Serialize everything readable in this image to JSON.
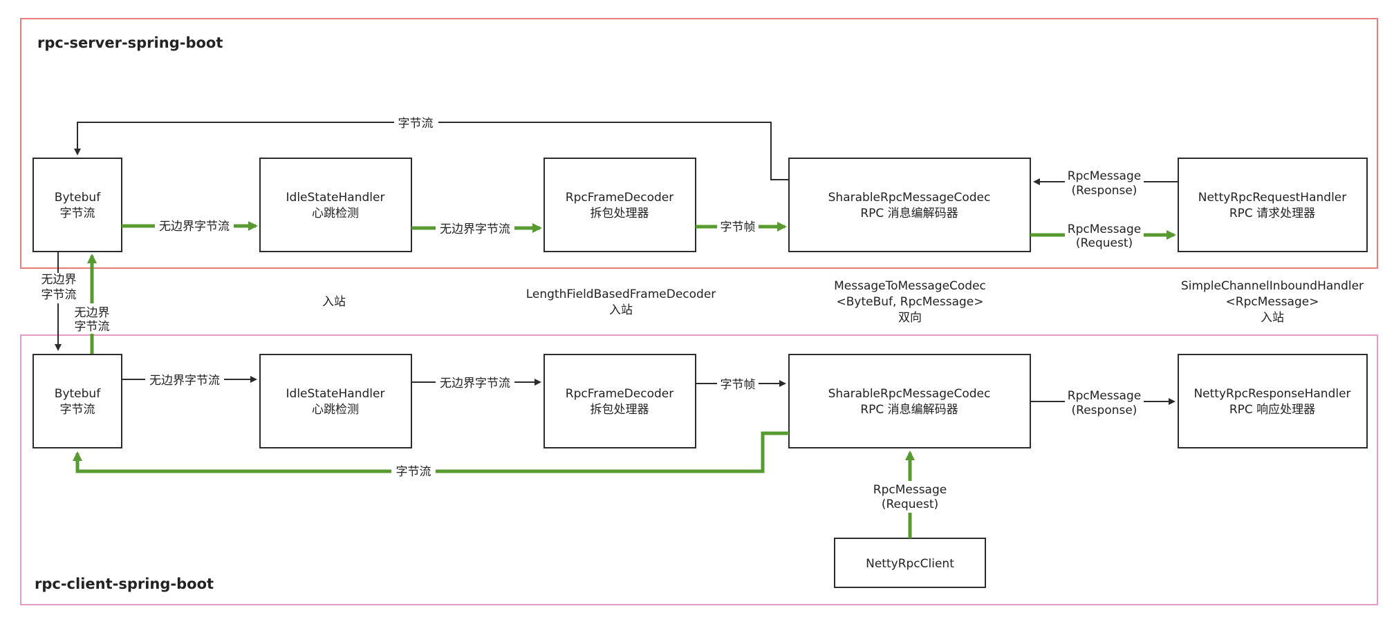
{
  "colors": {
    "server_border": "#e97a7a",
    "client_border": "#e99ac8",
    "green_flow": "#579a2f",
    "dark_flow": "#2b2b2b"
  },
  "server": {
    "title": "rpc-server-spring-boot",
    "bytebuf": {
      "l1": "Bytebuf",
      "l2": "字节流"
    },
    "idle": {
      "l1": "IdleStateHandler",
      "l2": "心跳检测"
    },
    "frame": {
      "l1": "RpcFrameDecoder",
      "l2": "拆包处理器"
    },
    "codec": {
      "l1": "SharableRpcMessageCodec",
      "l2": "RPC 消息编解码器"
    },
    "handler": {
      "l1": "NettyRpcRequestHandler",
      "l2": "RPC 请求处理器"
    },
    "edges": {
      "bytebuf_to_idle": "无边界字节流",
      "idle_to_frame": "无边界字节流",
      "frame_to_codec": "字节帧",
      "codec_to_bytebuf": "字节流",
      "handler_to_codec": {
        "l1": "RpcMessage",
        "l2": "(Response)"
      },
      "codec_to_handler": {
        "l1": "RpcMessage",
        "l2": "(Request)"
      }
    }
  },
  "cross": {
    "server_to_client": {
      "l1": "无边界",
      "l2": "字节流"
    },
    "client_to_server": {
      "l1": "无边界",
      "l2": "字节流"
    }
  },
  "notes": {
    "idle": "入站",
    "frame": {
      "l1": "LengthFieldBasedFrameDecoder",
      "l2": "入站"
    },
    "codec": {
      "l1": "MessageToMessageCodec",
      "l2": "<ByteBuf, RpcMessage>",
      "l3": "双向"
    },
    "handler": {
      "l1": "SimpleChannelInboundHandler",
      "l2": "<RpcMessage>",
      "l3": "入站"
    }
  },
  "client": {
    "title": "rpc-client-spring-boot",
    "bytebuf": {
      "l1": "Bytebuf",
      "l2": "字节流"
    },
    "idle": {
      "l1": "IdleStateHandler",
      "l2": "心跳检测"
    },
    "frame": {
      "l1": "RpcFrameDecoder",
      "l2": "拆包处理器"
    },
    "codec": {
      "l1": "SharableRpcMessageCodec",
      "l2": "RPC 消息编解码器"
    },
    "handler": {
      "l1": "NettyRpcResponseHandler",
      "l2": "RPC 响应处理器"
    },
    "rpc_client": "NettyRpcClient",
    "edges": {
      "bytebuf_to_idle": "无边界字节流",
      "idle_to_frame": "无边界字节流",
      "frame_to_codec": "字节帧",
      "codec_to_handler": {
        "l1": "RpcMessage",
        "l2": "(Response)"
      },
      "codec_to_bytebuf": "字节流",
      "rpcclient_to_codec": {
        "l1": "RpcMessage",
        "l2": "(Request)"
      }
    }
  }
}
